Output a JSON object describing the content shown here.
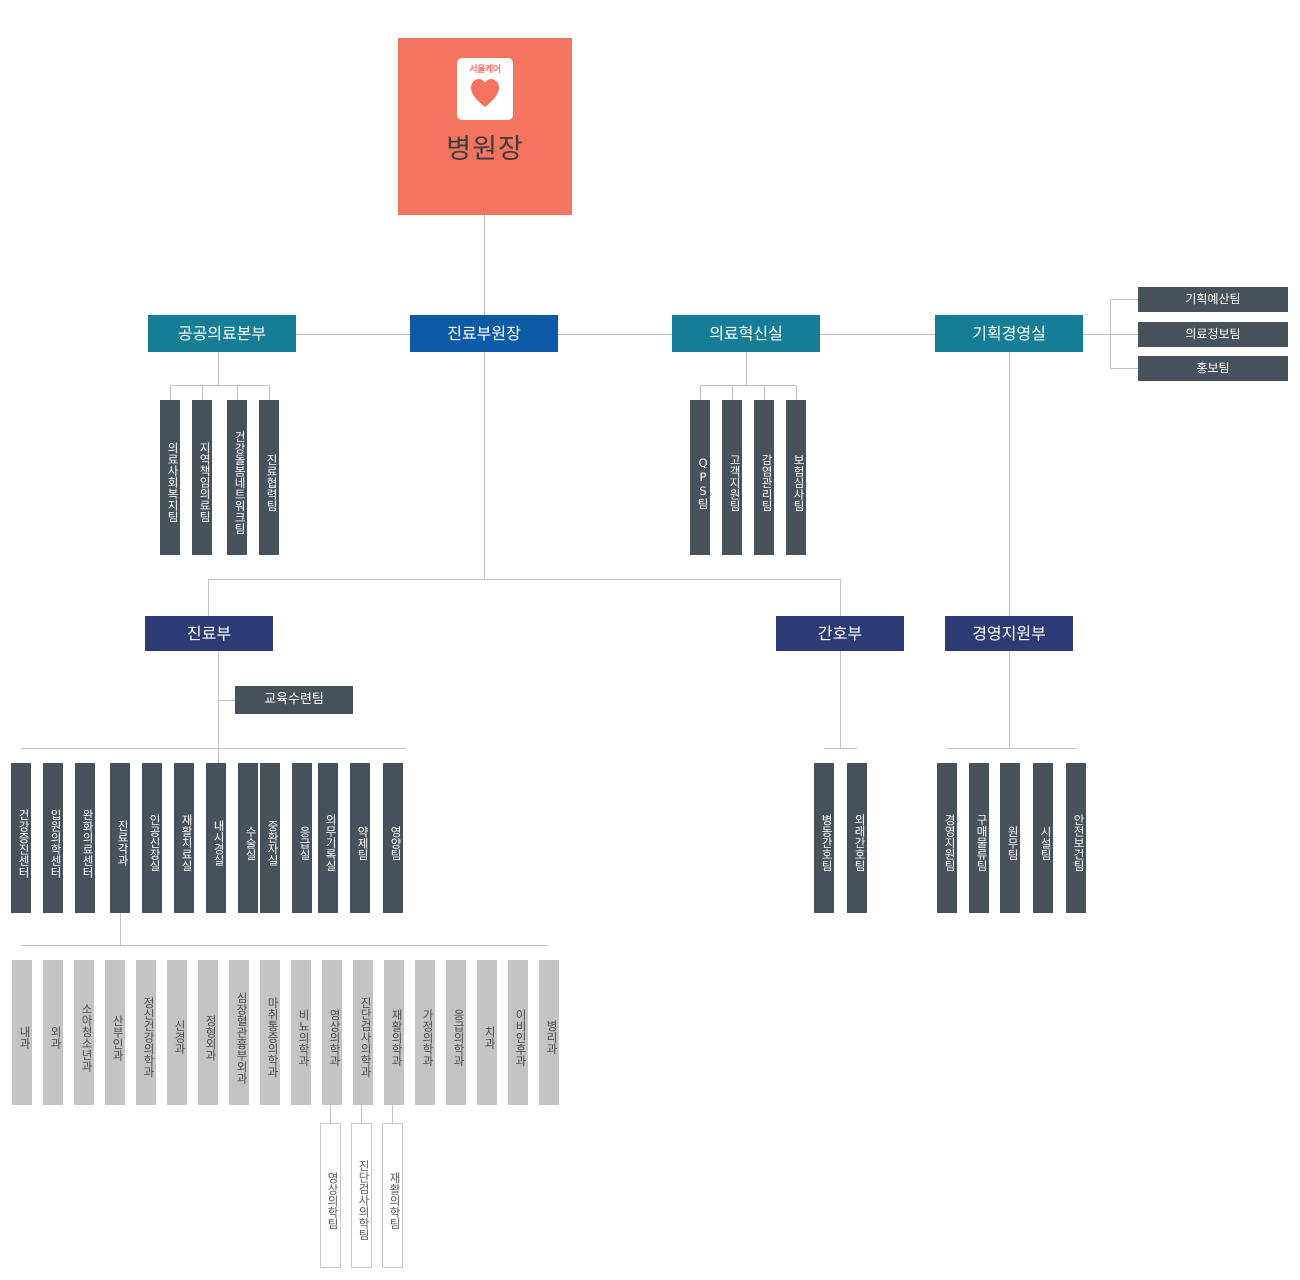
{
  "root": {
    "logo_text": "서울케어",
    "logo_icon": "heart-icon",
    "label": "병원장"
  },
  "level2": [
    {
      "label": "공공의료본부",
      "color": "#157d96"
    },
    {
      "label": "진료부원장",
      "color": "#0d5ba6"
    },
    {
      "label": "의료혁신실",
      "color": "#157d96"
    },
    {
      "label": "기획경영실",
      "color": "#157d96"
    }
  ],
  "public_med_teams": [
    "의료사회복지팀",
    "지역책임의료팀",
    "건강돌봄네트워크팀",
    "진료협력팀"
  ],
  "innovation_teams": [
    "QPS팀",
    "고객지원팀",
    "감염관리팀",
    "보험심사팀"
  ],
  "planning_teams": [
    "기획예산팀",
    "의료정보팀",
    "홍보팀"
  ],
  "level3": [
    {
      "label": "진료부",
      "color": "#2c3b73"
    },
    {
      "label": "간호부",
      "color": "#2c3b73"
    },
    {
      "label": "경영지원부",
      "color": "#2c3b73"
    }
  ],
  "training_team": "교육수련팀",
  "medical_units": [
    "건강증진센터",
    "입원의학센터",
    "완화의료센터",
    "진료각과",
    "인공신장실",
    "재활치료실",
    "내시경실",
    "수술실",
    "중환자실",
    "응급실",
    "의무기록실",
    "약제팀",
    "영양팀"
  ],
  "departments": [
    "내과",
    "외과",
    "소아청소년과",
    "산부인과",
    "정신건강의학과",
    "신경과",
    "정형외과",
    "심장혈관흉부외과",
    "마취통증의학과",
    "비뇨의학과",
    "영상의학과",
    "진단검사의학과",
    "재활의학과",
    "가정의학과",
    "응급의학과",
    "치과",
    "이비인후과",
    "병리과"
  ],
  "sub_teams": [
    "영상의학팀",
    "진단검사의학팀",
    "재활의학팀"
  ],
  "nursing_teams": [
    "병동간호팀",
    "외래간호팀"
  ],
  "admin_teams": [
    "경영지원팀",
    "구매물류팀",
    "원무팀",
    "시설팀",
    "안전보건팀"
  ],
  "colors": {
    "root": "#f4745f",
    "teal": "#157d96",
    "blue": "#0d5ba6",
    "navy": "#2c3b73",
    "slate": "#47525c",
    "gray": "#c4c4c4",
    "line": "#bfc3c6"
  }
}
